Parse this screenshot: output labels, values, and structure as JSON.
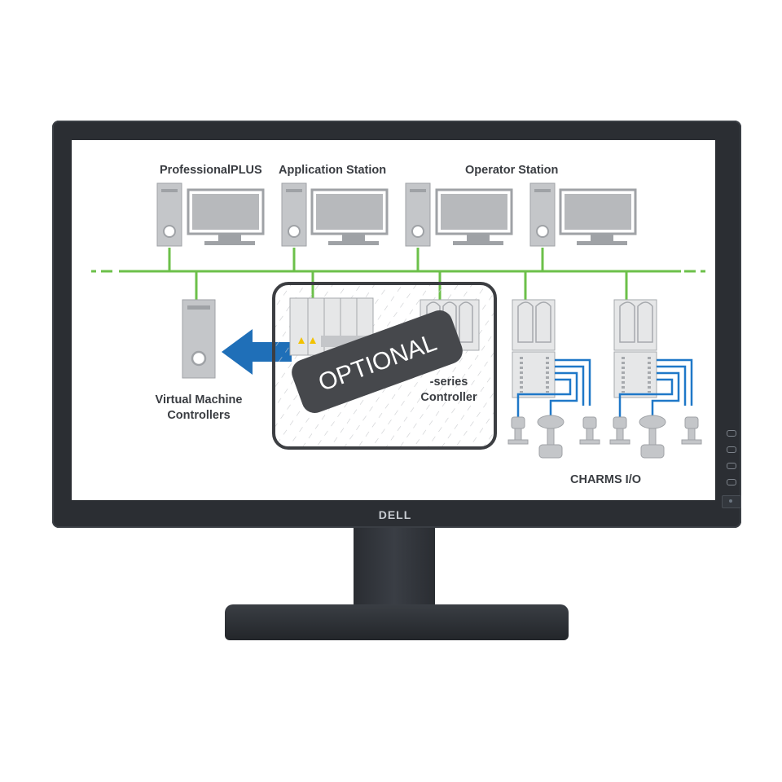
{
  "monitor": {
    "brand": "DELL",
    "colors": {
      "bezel": "#2b2e33",
      "screen": "#ffffff"
    }
  },
  "diagram": {
    "labels": {
      "professional_plus": "ProfessionalPLUS",
      "application_station": "Application Station",
      "operator_station": "Operator Station",
      "virtual_machine_line1": "Virtual Machine",
      "virtual_machine_line2": "Controllers",
      "controller_line1": "-series",
      "controller_line2": "Controller",
      "charms_io": "CHARMS I/O",
      "optional_badge": "OPTIONAL"
    },
    "colors": {
      "network_line": "#6cc04a",
      "io_wiring": "#1f78c8",
      "equipment": "#b3b5b8",
      "equipment_fill": "#d9dadc",
      "arrow": "#1f6fb8",
      "optional_badge": "#46484c",
      "optional_frame": "#3c3e42"
    }
  }
}
